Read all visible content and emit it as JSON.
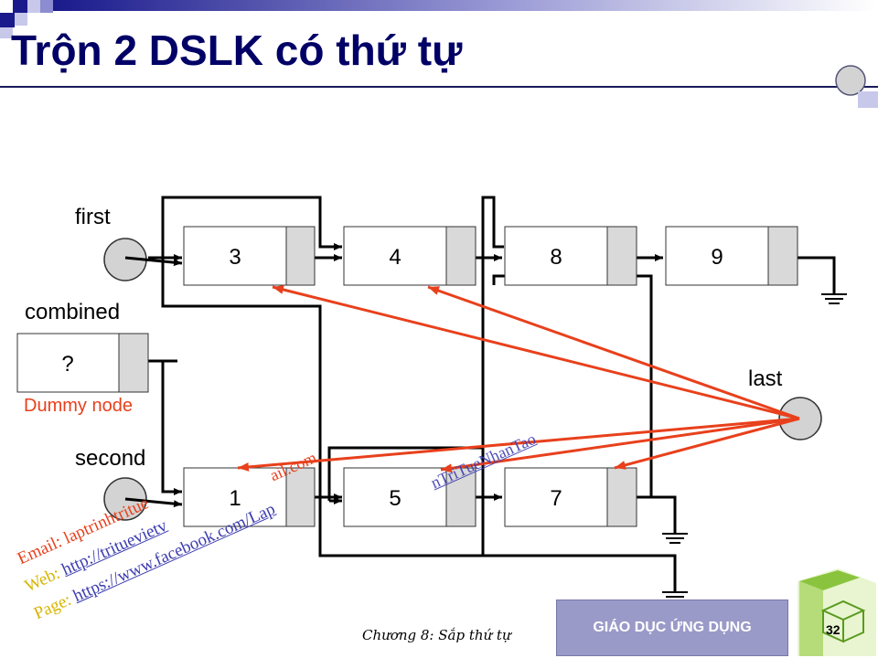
{
  "title": "Trộn 2 DSLK có thứ tự",
  "labels": {
    "first": "first",
    "combined": "combined",
    "second": "second",
    "last": "last",
    "dummy": "Dummy node"
  },
  "nodes": {
    "first_list": [
      "3",
      "4",
      "8",
      "9"
    ],
    "combined": "?",
    "second_list": [
      "1",
      "5",
      "7"
    ]
  },
  "watermark": {
    "email_prefix": "Email: ",
    "email_value": "laptrinhtritue",
    "email_tail": "ail.com",
    "web_prefix": "Web: ",
    "web_value": "http://trituevietv",
    "page_prefix": "Page: ",
    "page_value": "https://www.facebook.com/Lap",
    "page_tail": "nTriTueNhanTao"
  },
  "footer": {
    "chapter": "Chương 8: Sắp thứ tự",
    "brand": "GIÁO DỤC ỨNG DỤNG",
    "page_number": "32"
  },
  "colors": {
    "title": "#000066",
    "arrow_red": "#e8401c",
    "node_tail": "#d9d9d9",
    "brand_bg": "#9a9ac9"
  }
}
